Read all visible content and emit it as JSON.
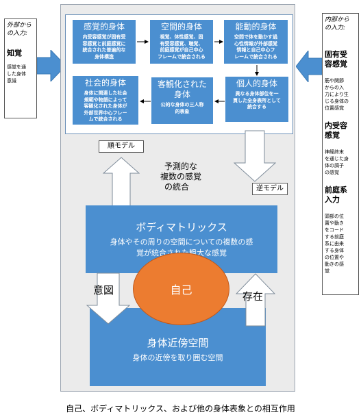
{
  "external_input": {
    "heading_line1": "外部から",
    "heading_line2": "の入力:",
    "title": "知覚",
    "desc_lines": [
      "感覚を通",
      "した身体",
      "意識"
    ]
  },
  "internal_input": {
    "heading_line1": "内部から",
    "heading_line2": "の入力:",
    "items": [
      {
        "title_lines": [
          "固有受",
          "容感覚"
        ],
        "desc_lines": [
          "筋や関節",
          "からの入",
          "力により生",
          "じる身体の",
          "位置感覚"
        ]
      },
      {
        "title_lines": [
          "内受容",
          "感覚"
        ],
        "desc_lines": [
          "神経終末",
          "を通じた身",
          "体の調子",
          "の感覚"
        ]
      },
      {
        "title_lines": [
          "前庭系",
          "入力"
        ],
        "desc_lines": [
          "頭部の位",
          "置や動き",
          "をコード",
          "する前庭",
          "系に由来",
          "する身体",
          "の位置や",
          "動きの感",
          "覚"
        ]
      }
    ]
  },
  "cards": {
    "sensory": {
      "title": "感覚的身体",
      "desc_lines": [
        "内受容感覚が固有受",
        "容感覚と前庭感覚に",
        "統合された普遍的な",
        "身体構造"
      ]
    },
    "spatial": {
      "title": "空間的身体",
      "desc_lines": [
        "視覚、体性感覚、固",
        "有受容感覚、聴覚、",
        "前庭感覚が自己中心",
        "フレームで統合される"
      ]
    },
    "active": {
      "title": "能動的身体",
      "desc_lines": [
        "空間で体を動かす過",
        "心性情報が外部感覚",
        "情報と自己中心フ",
        "レームで統合される"
      ]
    },
    "personal": {
      "title": "個人的身体",
      "desc_lines": [
        "異なる身体部位を一",
        "貫した全身表所として",
        "統合する"
      ]
    },
    "objectified": {
      "title_lines": [
        "客観化された",
        "身体"
      ],
      "desc_lines": [
        "公的な身体の三人称",
        "的表象"
      ]
    },
    "social": {
      "title": "社会的身体",
      "desc_lines": [
        "身体に関連した社会",
        "規範や物語によって",
        "客観化された身体が",
        "外部世界中心フレー",
        "ムで統合される"
      ]
    }
  },
  "forward_model": "順モデル",
  "inverse_model": "逆モデル",
  "prediction_lines": [
    "予測的な",
    "複数の感覚",
    "の統合"
  ],
  "body_matrix": {
    "title": "ボディマトリックス",
    "desc_lines": [
      "身体やその周りの空間についての複数の感",
      "覚が統合された粗大な感覚"
    ]
  },
  "self": "自己",
  "intention": "意図",
  "existence": "存在",
  "peripersonal": {
    "title": "身体近傍空間",
    "desc": "身体の近傍を取り囲む空間"
  },
  "caption": "自己、ボディマトリックス、および他の身体表象との相互作用"
}
